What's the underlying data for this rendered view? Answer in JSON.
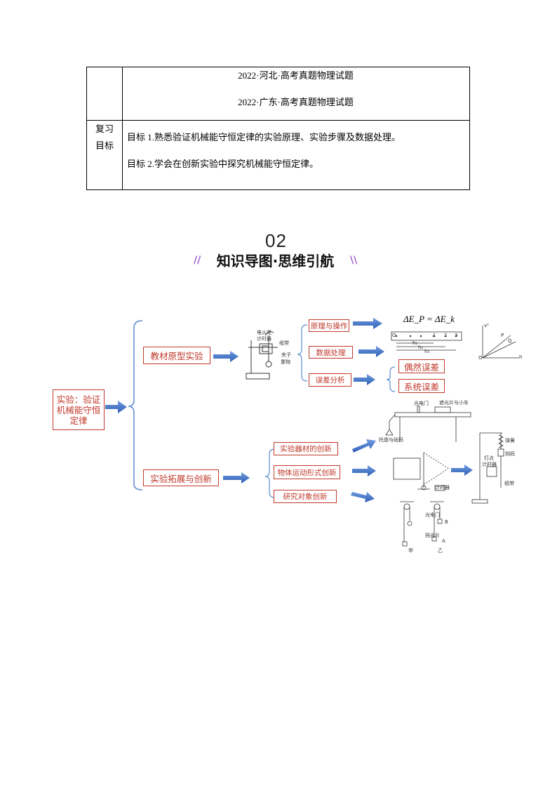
{
  "review": {
    "exams": [
      "2022·河北·高考真题物理试题",
      "2022·广东·高考真题物理试题"
    ],
    "label_line1": "复习",
    "label_line2": "目标",
    "goals": [
      "目标 1.熟悉验证机械能守恒定律的实验原理、实验步骤及数据处理。",
      "目标 2.学会在创新实验中探究机械能守恒定律。"
    ]
  },
  "section": {
    "number": "02",
    "title": "知识导图·思维引航"
  },
  "mindmap": {
    "root": "实验：验证机械能守恒定律",
    "branch_textbook": "教材原型实验",
    "branch_extension": "实验拓展与创新",
    "textbook_items": [
      "原理与操作",
      "数据处理",
      "误差分析"
    ],
    "error_types": [
      "偶然误差",
      "系统误差"
    ],
    "extension_items": [
      "实验器材的创新",
      "物体运动形式创新",
      "研究对象创新"
    ],
    "formula": "ΔE_P = ΔE_k",
    "apparatus_labels": {
      "timer": "电火花",
      "timer2": "计时器",
      "tape": "纸带",
      "clip": "夹子",
      "weight": "重物"
    },
    "graph_labels": {
      "y": "v²",
      "x": "h",
      "origin": "O",
      "p": "P",
      "q": "Q"
    },
    "tape_labels": {
      "o": "O",
      "n1": "1",
      "n2": "2",
      "n3": "3",
      "h1": "h₁",
      "h2": "h₂",
      "h3": "h₃"
    },
    "innovation_labels": {
      "photogate": "光电门",
      "shade_cart": "遮光片与小车",
      "tray": "托盘与砝码",
      "spring": "弹簧",
      "hook_weight": "钩码",
      "timer_short": "打点",
      "timer_short2": "计时器",
      "paper": "纸带",
      "photogate2": "光电门",
      "shade": "挡光片",
      "a": "A",
      "b": "B",
      "jia": "甲",
      "yi": "乙",
      "ji": "计时器"
    }
  }
}
